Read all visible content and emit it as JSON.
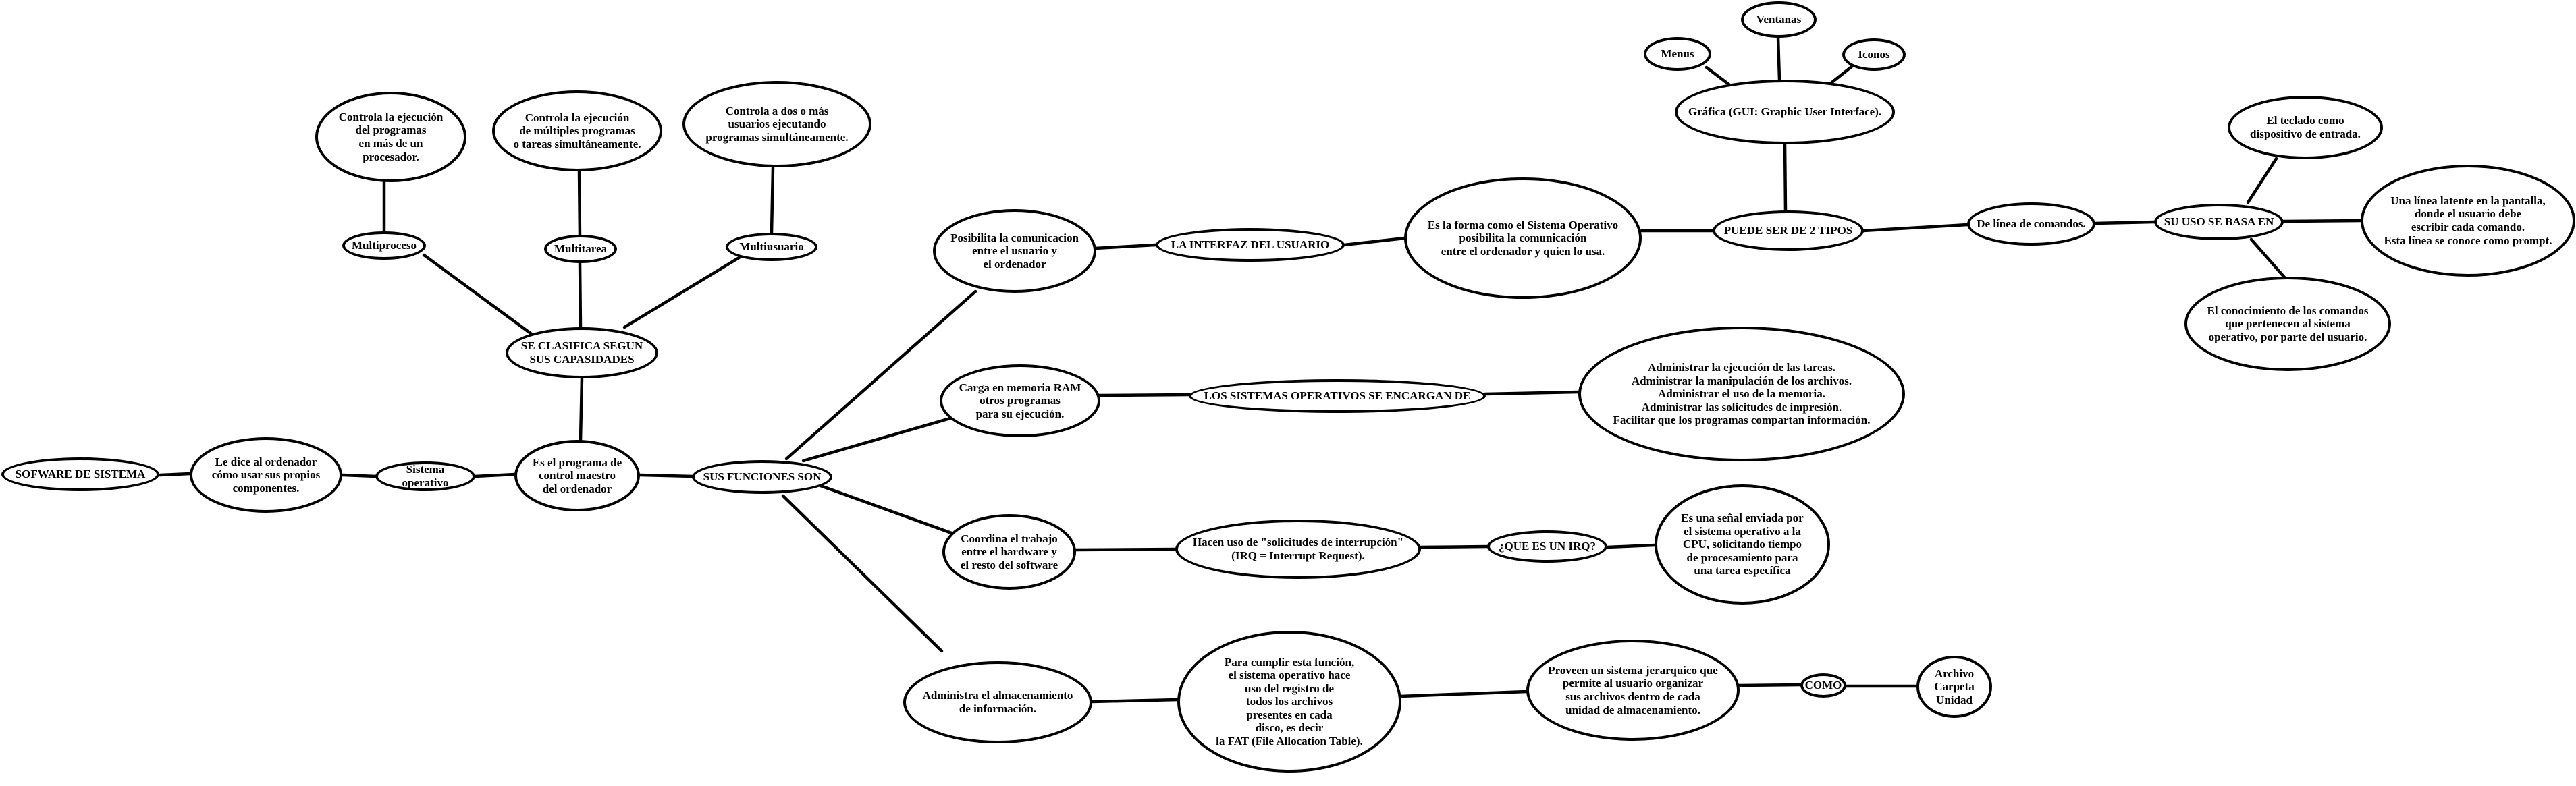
{
  "nodes": {
    "sofware_sistema": "SOFWARE DE SISTEMA",
    "le_dice": "Le dice al ordenador\ncómo usar sus propios\ncomponentes.",
    "sistema_operativo": "Sistema operativo",
    "es_programa": "Es el programa de\ncontrol maestro\ndel ordenador",
    "se_clasifica": "SE CLASIFICA SEGUN\nSUS CAPASIDADES",
    "multiproceso": "Multiproceso",
    "multitarea": "Multitarea",
    "multiusuario": "Multiusuario",
    "controla_ejecucion": "Controla la ejecución\ndel programas\nen más de un\nprocesador.",
    "controla_multiples": "Controla la ejecución\nde múltiples programas\no tareas simultáneamente.",
    "controla_usuarios": "Controla a dos o más\nusuarios ejecutando\nprogramas simultáneamente.",
    "sus_funciones": "SUS FUNCIONES SON",
    "posibilita": "Posibilita la comunicacion\nentre el usuario y\nel ordenador",
    "carga_memoria": "Carga en memoria RAM\notros programas\npara su ejecución.",
    "coordina": "Coordina el trabajo\nentre el hardware y\nel resto del software",
    "administra_almacenamiento": "Administra el almacenamiento\nde información.",
    "interfaz": "LA INTERFAZ DEL USUARIO",
    "es_la_forma": "Es la forma como el Sistema Operativo\nposibilita la comunicación\nentre el ordenador y quien lo usa.",
    "puede_ser": "PUEDE SER DE 2 TIPOS",
    "grafica": "Gráfica (GUI: Graphic User Interface).",
    "menus": "Menus",
    "ventanas": "Ventanas",
    "iconos": "Iconos",
    "linea_comandos": "De línea de comandos.",
    "su_uso": "SU USO SE BASA EN",
    "teclado": "El teclado como\ndispositivo de entrada.",
    "linea_latente": "Una línea latente en la pantalla,\ndonde el usuario debe\nescribir cada comando.\nEsta línea se conoce como prompt.",
    "conocimiento": "El conocimiento de los comandos\nque pertenecen al sistema\noperativo, por parte del usuario.",
    "se_encargan": "LOS SISTEMAS OPERATIVOS SE ENCARGAN DE",
    "administrar_lista": "Administrar la ejecución de las tareas.\nAdministrar la manipulación de los archivos.\nAdministrar el uso de la memoria.\nAdministrar las solicitudes de impresión.\nFacilitar que los programas compartan información.",
    "hacen_uso": "Hacen uso de \"solicitudes de interrupción\"\n(IRQ = Interrupt Request).",
    "que_es_irq": "¿QUE ES UN IRQ?",
    "senal": "Es una señal enviada por\nel sistema operativo a la\nCPU, solicitando tiempo\nde procesamiento para\nuna tarea específica",
    "para_cumplir": "Para cumplir esta función,\nel sistema operativo hace\nuso del registro de\ntodos los archivos\npresentes en cada\ndisco, es decir\nla FAT (File Allocation Table).",
    "proveen": "Proveen un sistema jerarquico que\npermite al usuario organizar\nsus archivos dentro de cada\nunidad de almacenamiento.",
    "como": "COMO",
    "archivo": "Archivo\nCarpeta\nUnidad"
  }
}
